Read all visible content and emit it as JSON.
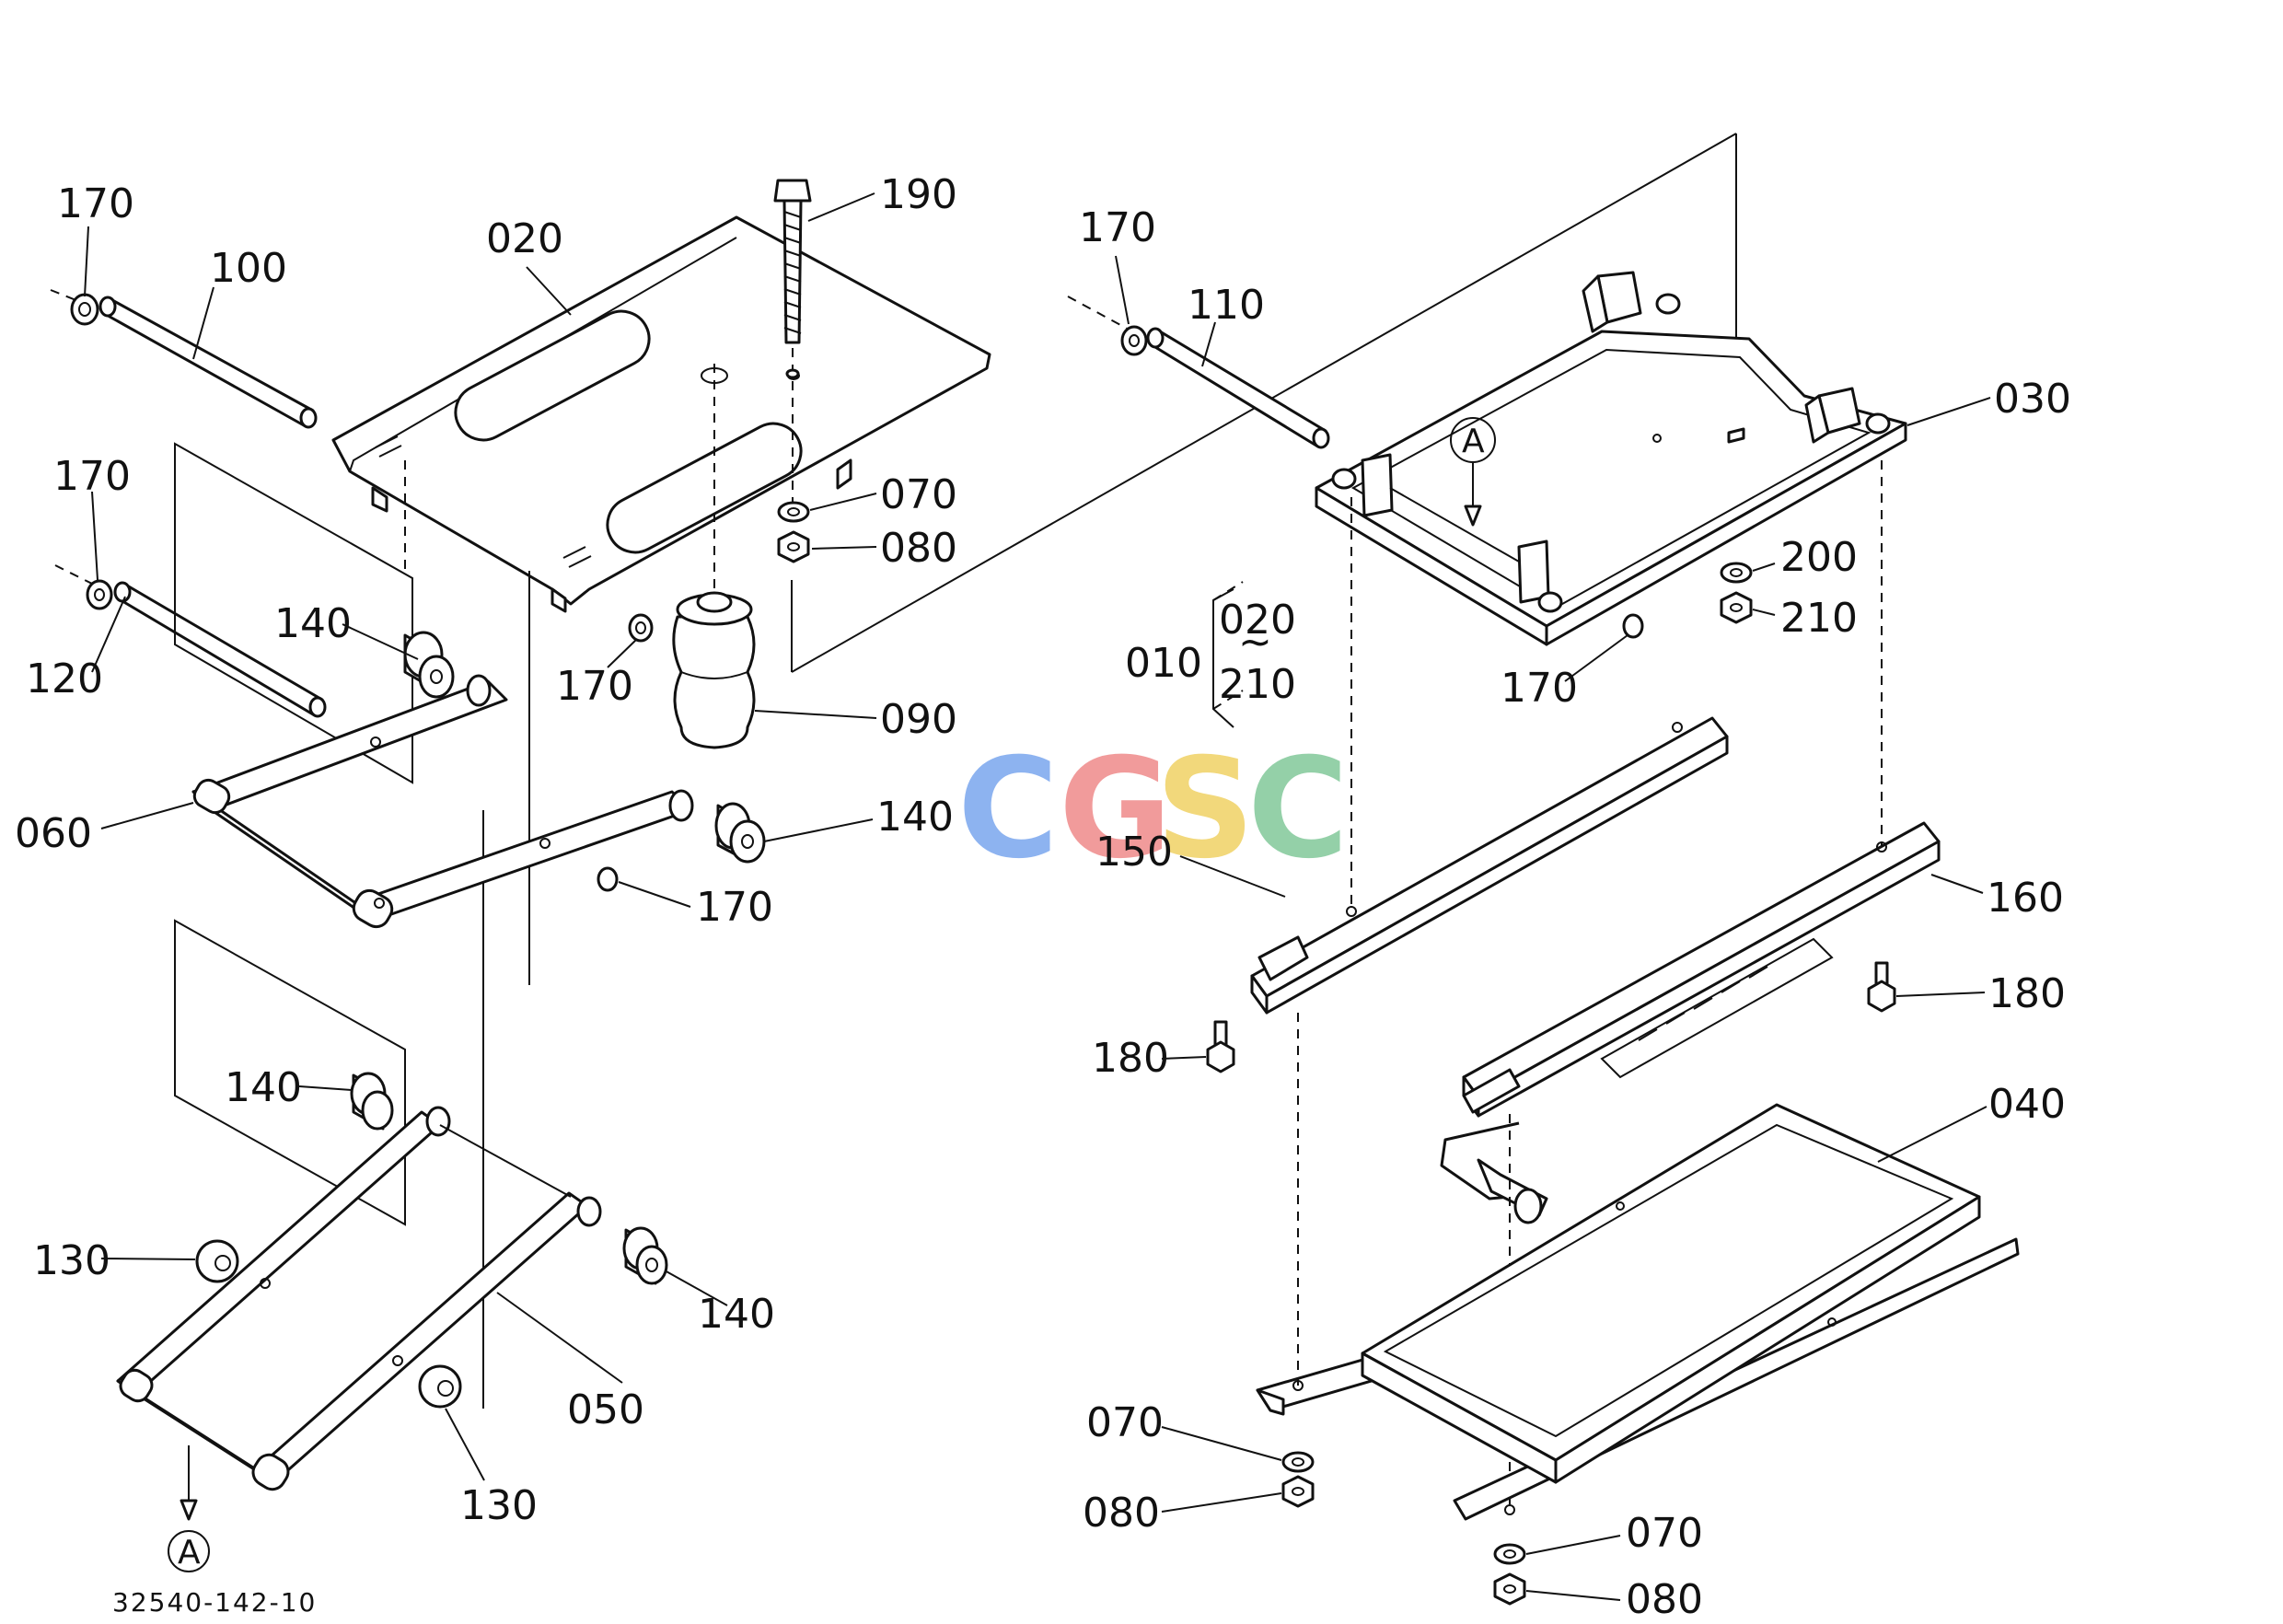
{
  "drawing": {
    "figure_number": "32540-142-10",
    "view_marker": "A",
    "watermark": {
      "letters": [
        "C",
        "G",
        "S",
        "C"
      ],
      "colors": [
        "#7aa6ee",
        "#ef8a8a",
        "#f0d264",
        "#82c89a"
      ]
    },
    "group": {
      "code": "010",
      "from": "020",
      "sep": "~",
      "to": "210"
    }
  },
  "labels": {
    "l170a": "170",
    "l100": "100",
    "l020": "020",
    "l190": "190",
    "l170b": "170",
    "l070a": "070",
    "l080a": "080",
    "l120": "120",
    "l140a": "140",
    "l170c": "170",
    "l090": "090",
    "l060": "060",
    "l140b": "140",
    "l170d": "170",
    "l140c": "140",
    "l130a": "130",
    "l140d": "140",
    "l050": "050",
    "l130b": "130",
    "l170e": "170",
    "l110": "110",
    "l030": "030",
    "l200": "200",
    "l210": "210",
    "l170f": "170",
    "l150": "150",
    "l160": "160",
    "l180a": "180",
    "l180b": "180",
    "l040": "040",
    "l070b": "070",
    "l080b": "080",
    "l070c": "070",
    "l080c": "080"
  }
}
